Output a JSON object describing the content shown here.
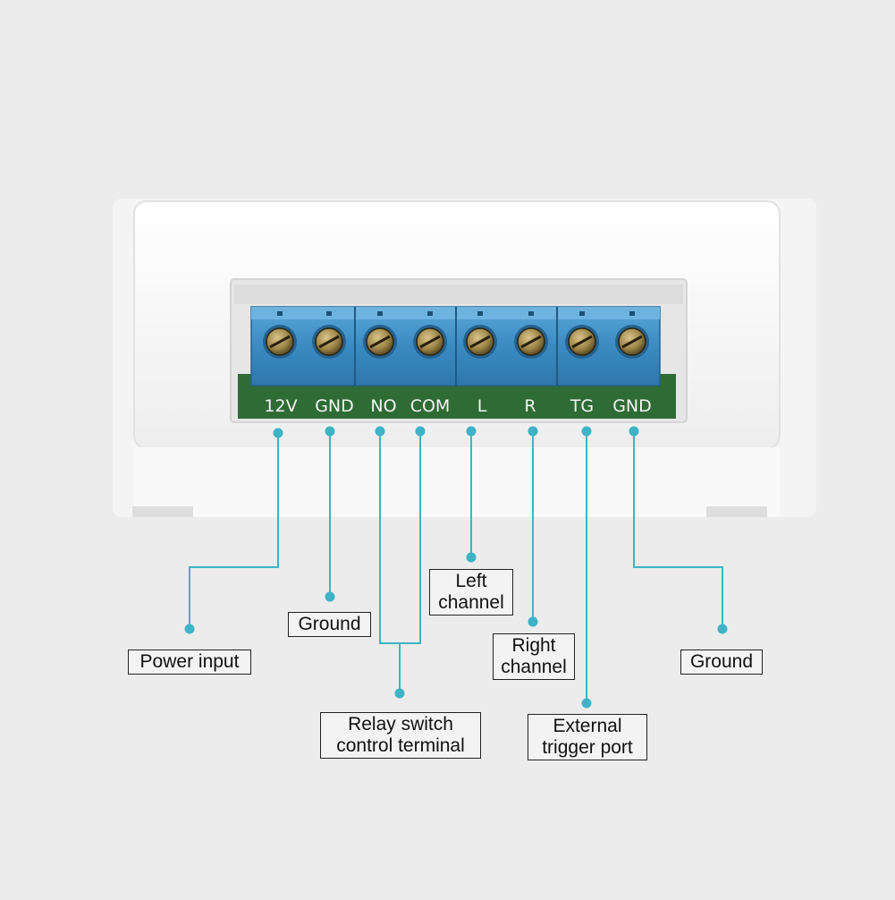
{
  "terminals": [
    {
      "label": "12V"
    },
    {
      "label": "GND"
    },
    {
      "label": "NO"
    },
    {
      "label": "COM"
    },
    {
      "label": "L"
    },
    {
      "label": "R"
    },
    {
      "label": "TG"
    },
    {
      "label": "GND"
    }
  ],
  "callouts": {
    "power_input": {
      "line1": "Power input"
    },
    "ground_left": {
      "line1": "Ground"
    },
    "left_channel": {
      "line1": "Left",
      "line2": "channel"
    },
    "relay_switch": {
      "line1": "Relay switch",
      "line2": "control terminal"
    },
    "right_channel": {
      "line1": "Right",
      "line2": "channel"
    },
    "external_trigger": {
      "line1": "External",
      "line2": "trigger port"
    },
    "ground_right": {
      "line1": "Ground"
    }
  },
  "colors": {
    "background": "#ececec",
    "housing": "#f7f7f7",
    "terminal_block": "#3f8fc4",
    "pcb": "#2f6b35",
    "leader_line": "#3fb3c6"
  },
  "icons": [
    "screw-icon"
  ]
}
